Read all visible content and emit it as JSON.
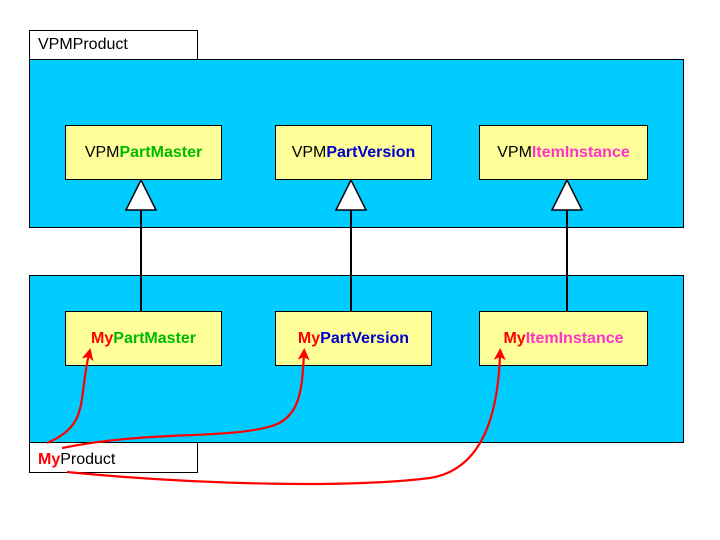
{
  "top_package": {
    "tab_label": "VPMProduct",
    "classes": [
      {
        "prefix": "VPM",
        "suffix": "PartMaster"
      },
      {
        "prefix": "VPM",
        "suffix": "PartVersion"
      },
      {
        "prefix": "VPM",
        "suffix": "ItemInstance"
      }
    ]
  },
  "bottom_package": {
    "tab_prefix": "My",
    "tab_suffix": "Product",
    "classes": [
      {
        "prefix": "My",
        "suffix": "PartMaster"
      },
      {
        "prefix": "My",
        "suffix": "PartVersion"
      },
      {
        "prefix": "My",
        "suffix": "ItemInstance"
      }
    ]
  },
  "colors": {
    "package_fill": "#00ccff",
    "class_fill": "#ffff99",
    "part_master_text": "#00bb00",
    "part_version_text": "#0000cc",
    "item_instance_text": "#ff33cc",
    "my_prefix_text": "#ff0000",
    "dependency_arrow": "#ff0000"
  }
}
